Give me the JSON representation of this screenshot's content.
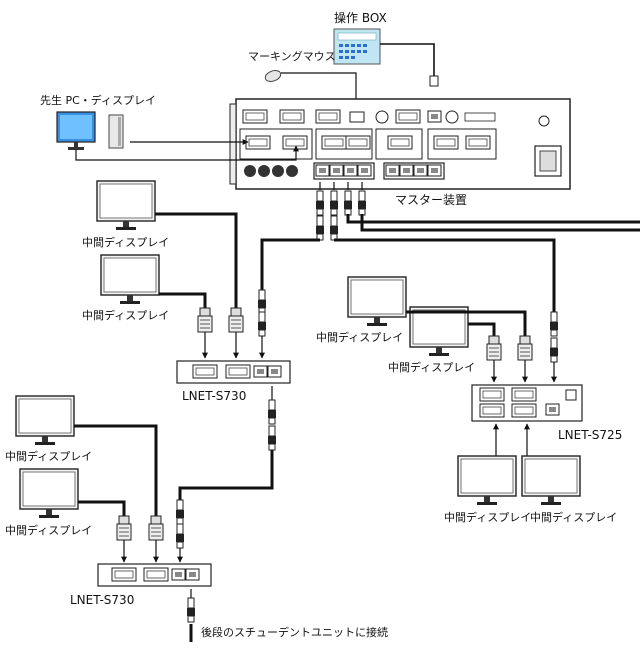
{
  "labels": {
    "control_box": "操作 BOX",
    "marking_mouse": "マーキングマウス",
    "teacher_pc": "先生 PC・ディスプレイ",
    "master_unit": "マスター装置",
    "mid_display": "中間ディスプレイ",
    "lnet_s730": "LNET-S730",
    "lnet_s725": "LNET-S725",
    "next_unit": "後段のスチューデントユニットに接続"
  }
}
